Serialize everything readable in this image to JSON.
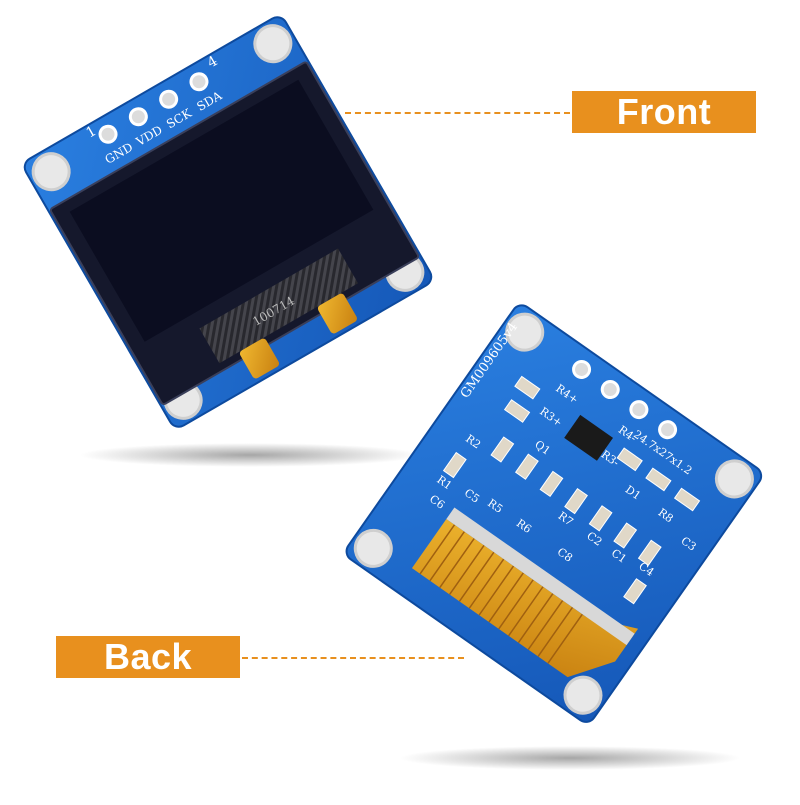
{
  "labels": {
    "front": "Front",
    "back": "Back"
  },
  "front_pins": {
    "num_left": "1",
    "num_right": "4",
    "pin_names": [
      "GND",
      "VDD",
      "SCK",
      "SDA"
    ]
  },
  "back_silkscreen": {
    "part_code": "GM009605v4",
    "dimension": "24.7x27x1.2",
    "ribbon_marking": "100714",
    "components": [
      "R4-",
      "R3-",
      "R4+",
      "R3+",
      "D1",
      "Q1",
      "R8",
      "R2",
      "R1",
      "R7",
      "R6",
      "R5",
      "C1",
      "C2",
      "C3",
      "C4",
      "C5",
      "C6",
      "C8"
    ]
  },
  "colors": {
    "accent": "#E8901E",
    "pcb_blue": "#1E6FD0",
    "screen": "#0C0F24",
    "flex": "#E0A020"
  }
}
